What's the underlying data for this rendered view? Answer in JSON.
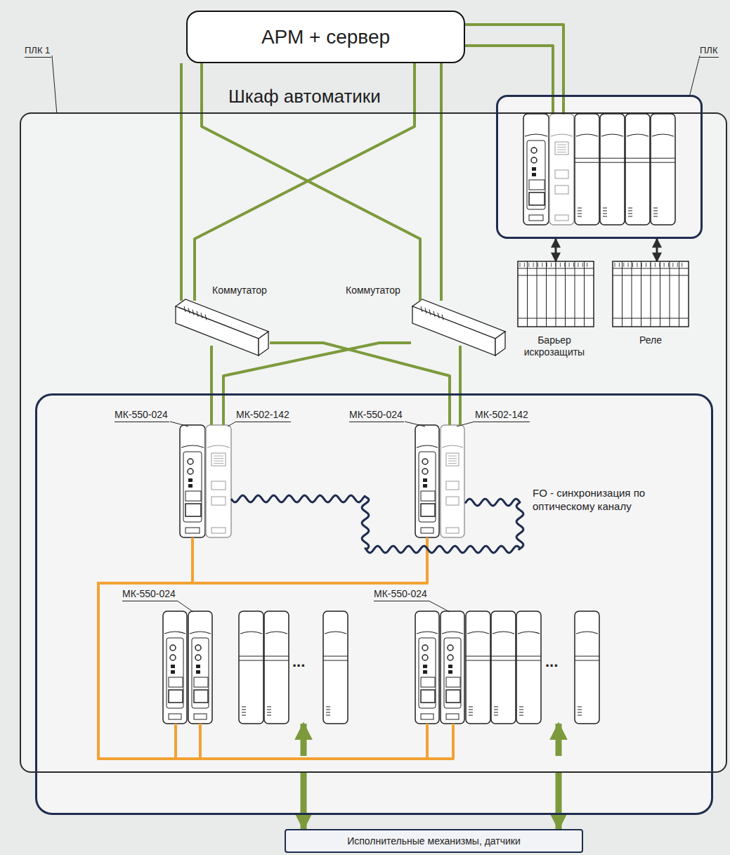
{
  "diagram": {
    "nodes": [
      {
        "text": [
          "АРМ + сервер"
        ]
      },
      {
        "text": [
          "Шкаф автоматики"
        ]
      },
      {
        "text": [
          "ПЛК"
        ],
        "in": 1
      },
      {
        "text": [
          "Барьер искрозащиты"
        ],
        "in": 1
      },
      {
        "text": [
          "Реле"
        ],
        "in": 1
      },
      {
        "text": [
          "Коммутатор"
        ],
        "in": 1
      },
      {
        "text": [
          "Коммутатор"
        ],
        "in": 1
      },
      {
        "text": [
          "ПЛК 1"
        ]
      },
      {
        "text": [
          "МК-550-024"
        ],
        "in": 7
      },
      {
        "text": [
          "МК-502-142"
        ],
        "in": 7
      },
      {
        "text": [
          "МК-550-024"
        ],
        "in": 7
      },
      {
        "text": [
          "МК-502-142"
        ],
        "in": 7
      },
      {
        "text": [
          "МК-550-024"
        ],
        "in": 7
      },
      {
        "text": [
          "МК-550-024"
        ],
        "in": 7
      },
      {
        "text": [
          "Исполнительные механизмы, датчики"
        ]
      }
    ],
    "edges": [
      {
        "from": 0,
        "to": 5,
        "arrow": "none"
      },
      {
        "from": 0,
        "to": 6,
        "arrow": "none"
      },
      {
        "from": 0,
        "to": 5,
        "arrow": "none"
      },
      {
        "from": 0,
        "to": 6,
        "arrow": "none"
      },
      {
        "from": 0,
        "to": 2,
        "arrow": "none"
      },
      {
        "from": 0,
        "to": 2,
        "arrow": "none"
      },
      {
        "from": 5,
        "to": 9,
        "arrow": "none"
      },
      {
        "from": 6,
        "to": 9,
        "arrow": "none"
      },
      {
        "from": 5,
        "to": 11,
        "arrow": "none"
      },
      {
        "from": 6,
        "to": 11,
        "arrow": "none"
      },
      {
        "from": 8,
        "to": 12,
        "arrow": "none"
      },
      {
        "from": 8,
        "to": 13,
        "arrow": "none"
      },
      {
        "from": 10,
        "to": 12,
        "arrow": "none"
      },
      {
        "from": 10,
        "to": 13,
        "arrow": "none"
      },
      {
        "from": 12,
        "to": 14,
        "arrow": "both"
      },
      {
        "from": 13,
        "to": 14,
        "arrow": "both"
      },
      {
        "from": 2,
        "to": 3,
        "arrow": "both"
      },
      {
        "from": 2,
        "to": 4,
        "arrow": "both"
      },
      {
        "from": 9,
        "to": 11,
        "arrow": "none"
      }
    ],
    "labels": [
      "FO - синхронизация по оптическому каналу",
      "...",
      "..."
    ]
  }
}
